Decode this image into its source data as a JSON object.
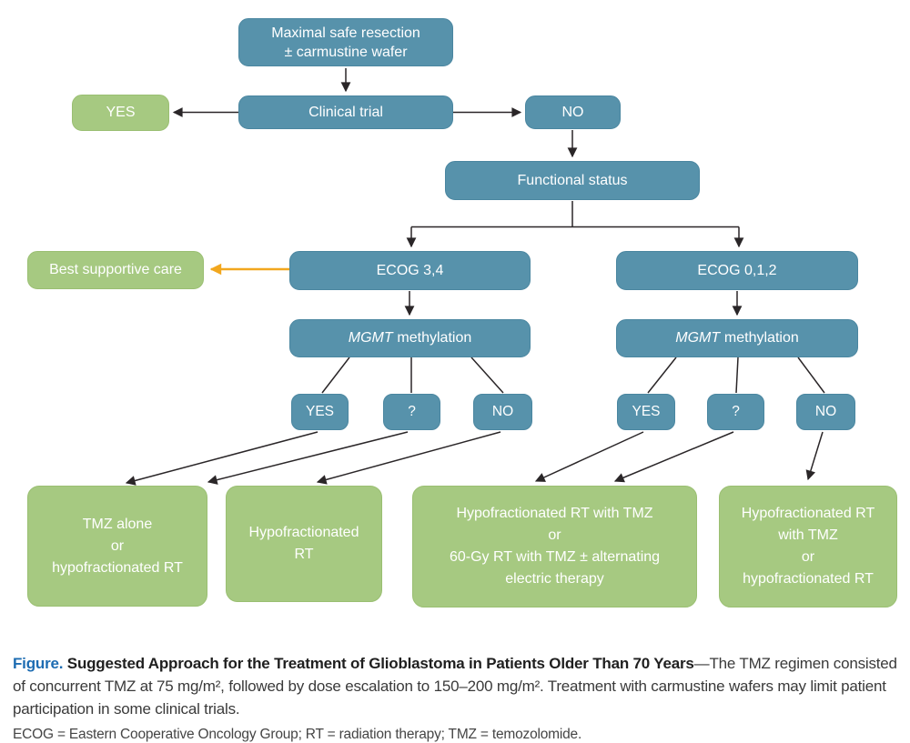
{
  "colors": {
    "node_blue": "#5792ab",
    "node_blue_border": "#4a86a0",
    "node_green": "#a6c981",
    "node_green_border": "#9abf72",
    "arrow_black": "#2a2628",
    "arrow_orange": "#f2a71e",
    "figure_label_blue": "#1d6cb2"
  },
  "flowchart": {
    "nodes": {
      "maximal_resection": {
        "label": "Maximal safe resection\n± carmustine wafer"
      },
      "clinical_trial": {
        "label": "Clinical trial"
      },
      "trial_yes": {
        "label": "YES"
      },
      "trial_no": {
        "label": "NO"
      },
      "functional_status": {
        "label": "Functional status"
      },
      "best_supportive_care": {
        "label": "Best supportive care"
      },
      "ecog_34": {
        "label": "ECOG 3,4"
      },
      "ecog_012": {
        "label": "ECOG 0,1,2"
      },
      "mgmt_left": {
        "gene": "MGMT",
        "rest": "methylation"
      },
      "mgmt_right": {
        "gene": "MGMT",
        "rest": "methylation"
      },
      "mgmt_left_yes": {
        "label": "YES"
      },
      "mgmt_left_unknown": {
        "label": "?"
      },
      "mgmt_left_no": {
        "label": "NO"
      },
      "mgmt_right_yes": {
        "label": "YES"
      },
      "mgmt_right_unknown": {
        "label": "?"
      },
      "mgmt_right_no": {
        "label": "NO"
      },
      "outcome_tmz_alone": {
        "label": "TMZ alone\nor\nhypofractionated RT"
      },
      "outcome_hypo_rt": {
        "label": "Hypofractionated\nRT"
      },
      "outcome_hypo_tmz_60gy": {
        "label": "Hypofractionated RT with TMZ\nor\n60-Gy RT with TMZ ± alternating\nelectric therapy"
      },
      "outcome_hypo_tmz_or_hypo": {
        "label": "Hypofractionated RT\nwith TMZ\nor\nhypofractionated RT"
      }
    }
  },
  "caption": {
    "figure_label": "Figure.",
    "title": " Suggested Approach for the Treatment of Glioblastoma in Patients Older Than 70 Years",
    "body": "—The TMZ regimen consisted of concurrent TMZ at 75 mg/m², followed by dose escalation to 150–200 mg/m². Treatment with carmustine wafers may limit patient participation in some clinical trials.",
    "footnote": "ECOG = Eastern Cooperative Oncology Group; RT = radiation therapy; TMZ = temozolomide."
  }
}
